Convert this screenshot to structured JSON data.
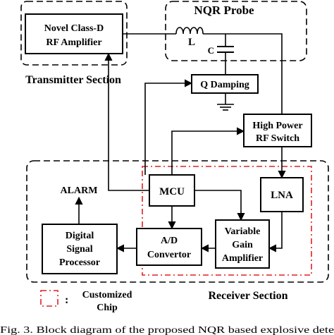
{
  "blocks": {
    "amplifier": [
      "Novel Class-D",
      "RF Amplifier"
    ],
    "probe": "NQR Probe",
    "inductor": "L",
    "capacitor": "C",
    "q_damping": "Q Damping",
    "rf_switch": [
      "High Power",
      "RF Switch"
    ],
    "mcu": "MCU",
    "lna": "LNA",
    "vga": [
      "Variable",
      "Gain",
      "Amplifier"
    ],
    "adc": [
      "A/D",
      "Convertor"
    ],
    "dsp": [
      "Digital",
      "Signal",
      "Processor"
    ],
    "alarm": "ALARM"
  },
  "sections": {
    "transmitter": "Transmitter Section",
    "receiver": "Receiver Section"
  },
  "legend": {
    "marker": ":",
    "label": [
      "Customized",
      "Chip"
    ]
  },
  "caption": "Fig. 3.   Block diagram of the proposed NQR based explosive dete",
  "colors": {
    "customized_chip_outline": "#e02020",
    "ink": "#000000"
  }
}
